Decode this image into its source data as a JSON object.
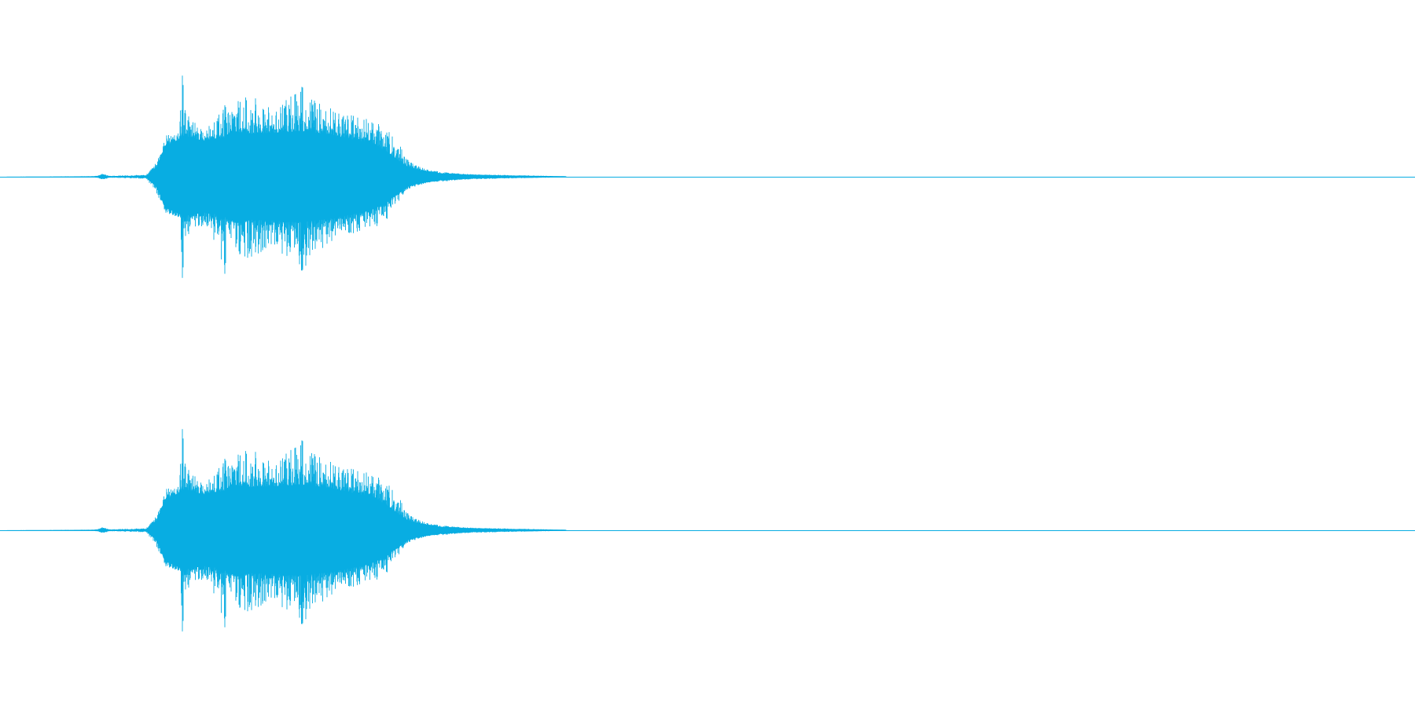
{
  "colors": {
    "background": "#ffffff",
    "waveform": "#08ade2"
  },
  "chart_data": {
    "type": "area",
    "title": "",
    "xlabel": "",
    "ylabel": "",
    "x_range": [
      0,
      1800
    ],
    "y_range": [
      -1,
      1
    ],
    "grid": false,
    "legend": "none",
    "envelope_x": [
      0,
      124,
      130,
      140,
      186,
      200,
      210,
      228,
      232,
      236,
      260,
      286,
      290,
      300,
      320,
      350,
      384,
      410,
      440,
      470,
      490,
      500,
      510,
      520,
      530,
      545,
      560,
      580,
      600,
      640,
      690,
      720,
      1800
    ],
    "series": [
      {
        "channel": 1,
        "peak_pos": [
          0,
          0.01,
          0.03,
          0.01,
          0.02,
          0.15,
          0.4,
          0.45,
          0.99,
          0.62,
          0.44,
          0.7,
          0.63,
          0.75,
          0.81,
          0.66,
          0.88,
          0.72,
          0.61,
          0.59,
          0.48,
          0.4,
          0.29,
          0.15,
          0.11,
          0.07,
          0.05,
          0.035,
          0.025,
          0.018,
          0.01,
          0.006,
          0.004
        ],
        "peak_neg": [
          0,
          0.01,
          0.03,
          0.01,
          0.02,
          0.17,
          0.35,
          0.4,
          0.99,
          0.58,
          0.47,
          0.95,
          0.53,
          0.75,
          0.81,
          0.7,
          0.92,
          0.7,
          0.57,
          0.55,
          0.44,
          0.34,
          0.23,
          0.12,
          0.09,
          0.06,
          0.05,
          0.035,
          0.025,
          0.018,
          0.01,
          0.006,
          0.004
        ],
        "body": [
          0,
          0.005,
          0.02,
          0.005,
          0.01,
          0.1,
          0.3,
          0.36,
          0.4,
          0.38,
          0.35,
          0.38,
          0.42,
          0.44,
          0.42,
          0.43,
          0.44,
          0.42,
          0.38,
          0.33,
          0.26,
          0.2,
          0.14,
          0.09,
          0.07,
          0.05,
          0.035,
          0.025,
          0.018,
          0.012,
          0.007,
          0.004,
          0.003
        ]
      },
      {
        "channel": 2,
        "peak_pos": [
          0,
          0.01,
          0.03,
          0.01,
          0.02,
          0.15,
          0.4,
          0.45,
          0.99,
          0.62,
          0.44,
          0.7,
          0.63,
          0.75,
          0.81,
          0.66,
          0.88,
          0.72,
          0.61,
          0.59,
          0.48,
          0.4,
          0.29,
          0.15,
          0.11,
          0.07,
          0.05,
          0.035,
          0.025,
          0.018,
          0.01,
          0.006,
          0.004
        ],
        "peak_neg": [
          0,
          0.01,
          0.03,
          0.01,
          0.02,
          0.17,
          0.35,
          0.4,
          0.99,
          0.58,
          0.47,
          0.95,
          0.53,
          0.75,
          0.81,
          0.7,
          0.92,
          0.7,
          0.57,
          0.55,
          0.44,
          0.34,
          0.23,
          0.12,
          0.09,
          0.06,
          0.05,
          0.035,
          0.025,
          0.018,
          0.01,
          0.006,
          0.004
        ],
        "body": [
          0,
          0.005,
          0.02,
          0.005,
          0.01,
          0.1,
          0.3,
          0.36,
          0.4,
          0.38,
          0.35,
          0.38,
          0.42,
          0.44,
          0.42,
          0.43,
          0.44,
          0.42,
          0.38,
          0.33,
          0.26,
          0.2,
          0.14,
          0.09,
          0.07,
          0.05,
          0.035,
          0.025,
          0.018,
          0.012,
          0.007,
          0.004,
          0.003
        ]
      }
    ]
  }
}
